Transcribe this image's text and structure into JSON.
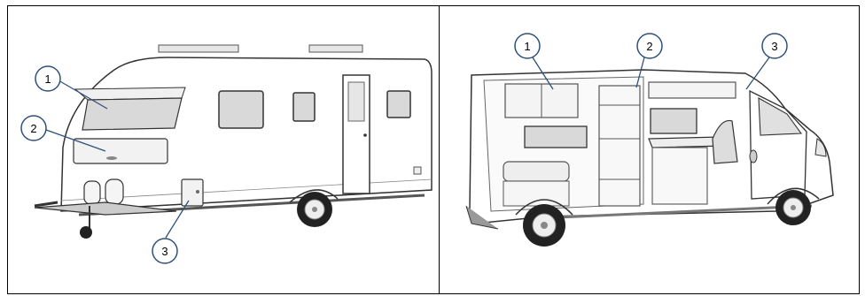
{
  "caravan": {
    "callouts": [
      {
        "label": "1"
      },
      {
        "label": "2"
      },
      {
        "label": "3"
      }
    ]
  },
  "van": {
    "callouts": [
      {
        "label": "1"
      },
      {
        "label": "2"
      },
      {
        "label": "3"
      }
    ]
  },
  "colors": {
    "callout_stroke": "#2f4f7a",
    "outline": "#333333",
    "window": "#d9d9d9",
    "body": "#ffffff"
  }
}
